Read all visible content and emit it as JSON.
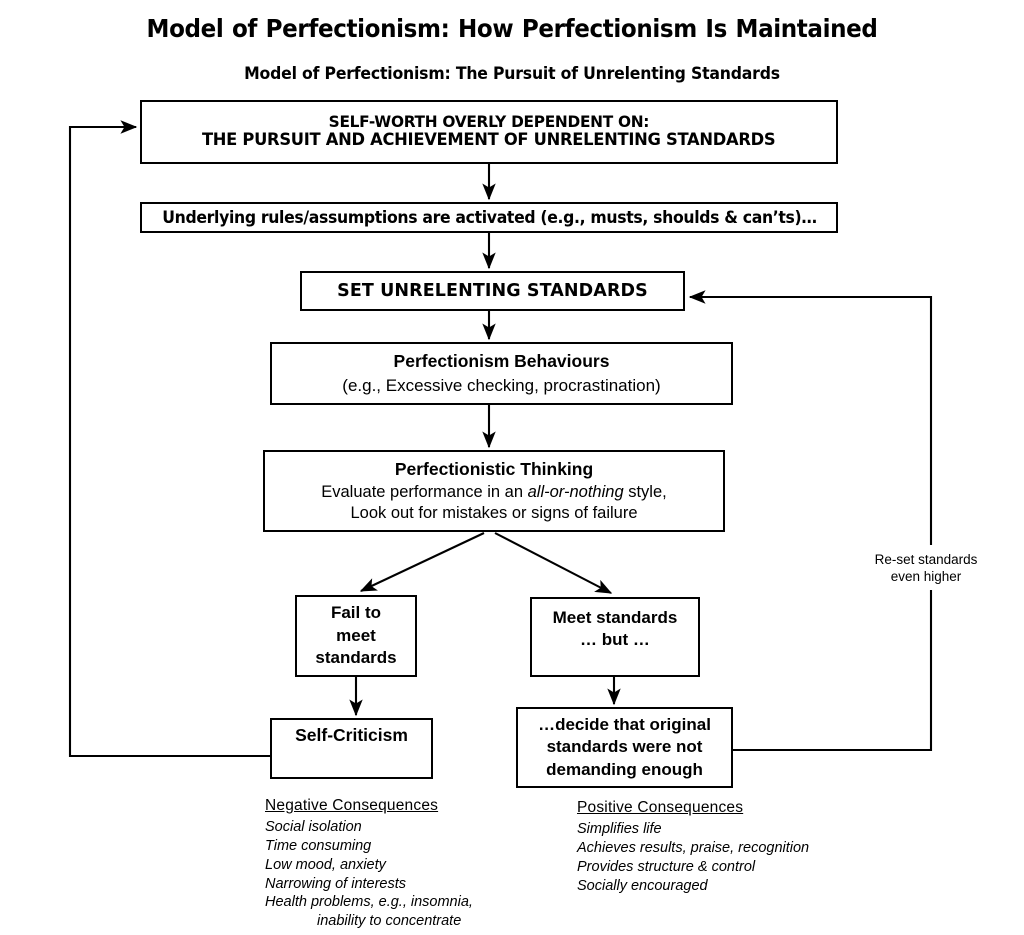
{
  "document": {
    "title": "Model of Perfectionism: How Perfectionism Is Maintained",
    "subtitle": "Model of Perfectionism: The Pursuit of Unrelenting Standards"
  },
  "nodes": {
    "self_worth": {
      "line1": "SELF-WORTH OVERLY DEPENDENT ON:",
      "line2": "THE PURSUIT AND ACHIEVEMENT OF UNRELENTING STANDARDS"
    },
    "rules": {
      "line1": "Underlying rules/assumptions are activated (e.g., musts, shoulds & can’ts)…"
    },
    "set_standards": {
      "line1": "SET UNRELENTING STANDARDS"
    },
    "behaviours": {
      "line1": "Perfectionism Behaviours",
      "line2": "(e.g., Excessive checking, procrastination)"
    },
    "thinking": {
      "line1": "Perfectionistic Thinking",
      "line2a": "Evaluate performance in an ",
      "line2b": "all-or-nothing",
      "line2c": " style,",
      "line3": "Look out for mistakes or signs of failure"
    },
    "fail": {
      "line1": "Fail to",
      "line2": "meet",
      "line3": "standards"
    },
    "meet": {
      "line1": "Meet standards",
      "line2": "… but …"
    },
    "self_criticism": {
      "line1": "Self-Criticism"
    },
    "decide": {
      "line1": "…decide that original",
      "line2": "standards were not",
      "line3": "demanding enough"
    }
  },
  "edge_labels": {
    "reset_standards": {
      "line1": "Re-set standards",
      "line2": "even higher"
    }
  },
  "consequences": {
    "negative": {
      "heading": "Negative Consequences",
      "items": [
        "Social isolation",
        "Time consuming",
        "Low mood, anxiety",
        "Narrowing of interests",
        "Health problems, e.g., insomnia,",
        "inability to concentrate"
      ]
    },
    "positive": {
      "heading": "Positive Consequences",
      "items": [
        "Simplifies life",
        "Achieves results, praise, recognition",
        "Provides structure & control",
        "Socially encouraged"
      ]
    }
  },
  "colors": {
    "ink": "#000000",
    "paper": "#ffffff"
  }
}
